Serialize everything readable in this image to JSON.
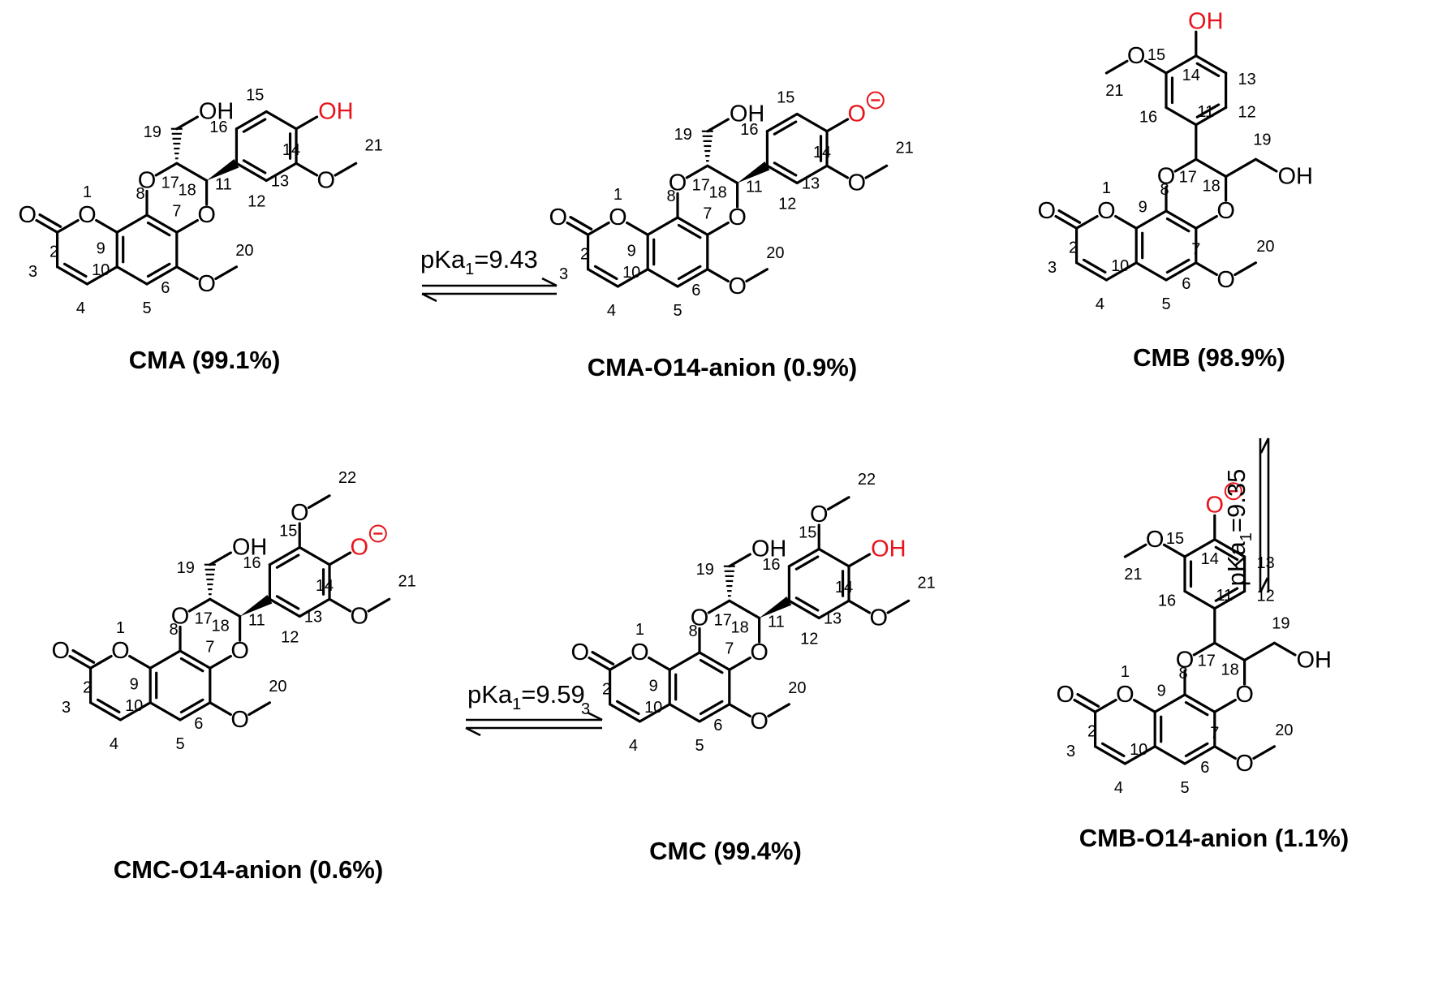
{
  "molecules": [
    {
      "id": "cma",
      "caption": "CMA (99.1%)",
      "substituent": "OH",
      "ring_type": "a",
      "b_methoxy": false
    },
    {
      "id": "cma-anion",
      "caption": "CMA-O14-anion (0.9%)",
      "substituent": "O",
      "ring_type": "a",
      "b_methoxy": false
    },
    {
      "id": "cmb",
      "caption": "CMB (98.9%)",
      "substituent": "OH",
      "ring_type": "b",
      "b_methoxy": false
    },
    {
      "id": "cmc-anion",
      "caption": "CMC-O14-anion (0.6%)",
      "substituent": "O",
      "ring_type": "a",
      "b_methoxy": true
    },
    {
      "id": "cmc",
      "caption": "CMC (99.4%)",
      "substituent": "OH",
      "ring_type": "a",
      "b_methoxy": true
    },
    {
      "id": "cmb-anion",
      "caption": "CMB-O14-anion (1.1%)",
      "substituent": "O",
      "ring_type": "b",
      "b_methoxy": false
    }
  ],
  "equilibria": [
    {
      "id": "cma",
      "prefix": "pKa",
      "subscript": "1",
      "value": "=9.43"
    },
    {
      "id": "cmb",
      "prefix": "pKa",
      "subscript": "1",
      "value": "=9.35"
    },
    {
      "id": "cmc",
      "prefix": "pKa",
      "subscript": "1",
      "value": "=9.59"
    }
  ],
  "atoms": {
    "oxygen": "O",
    "hydroxyl": "OH",
    "charge": "−"
  },
  "colors": {
    "bond": "#000000",
    "hetero_highlight": "#e8141b",
    "background": "#ffffff"
  }
}
